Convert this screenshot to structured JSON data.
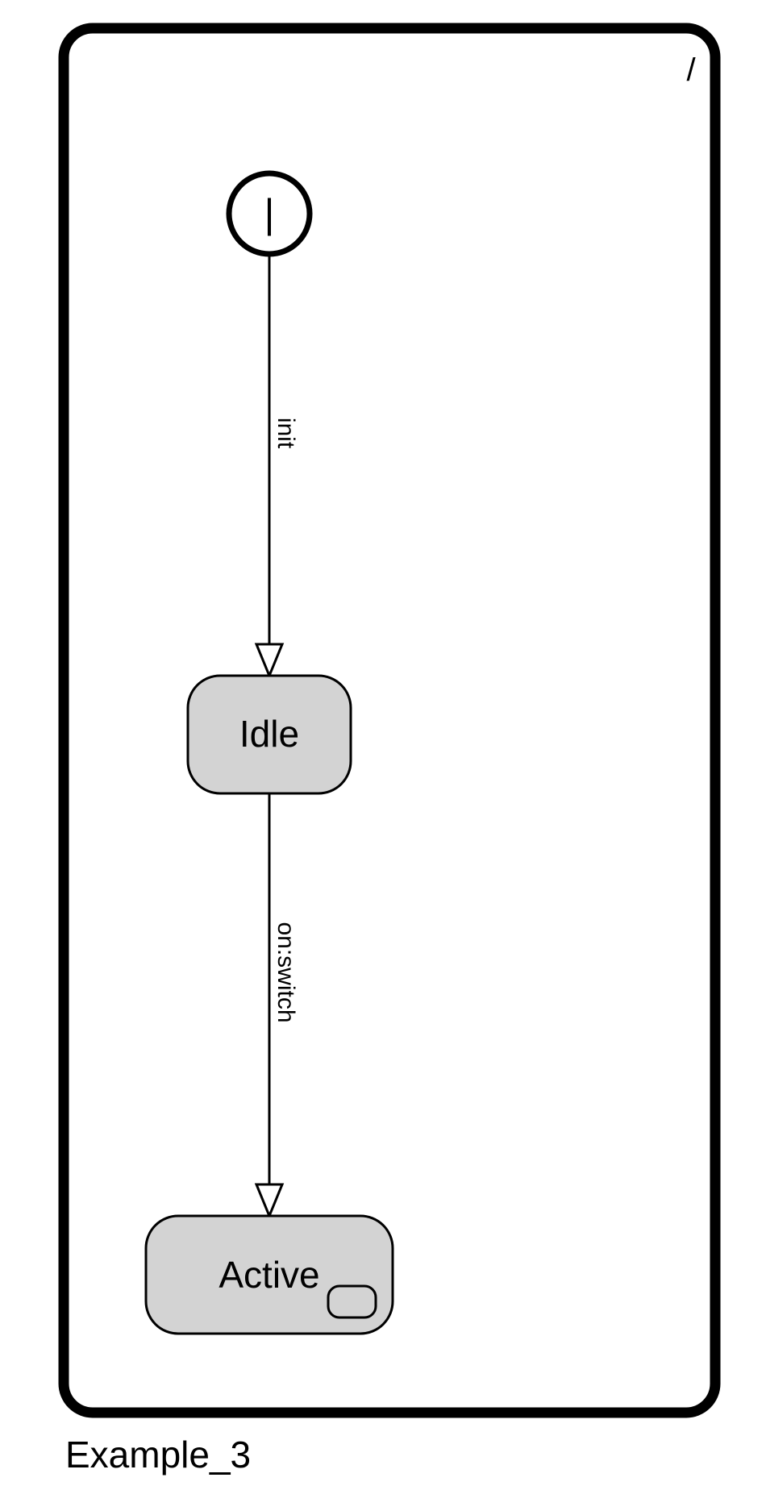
{
  "diagram": {
    "chart_name": "Example_3",
    "path_label": "/",
    "initial_state_symbol": "|",
    "states": [
      {
        "name": "Idle",
        "fill": "#d3d3d3"
      },
      {
        "name": "Active",
        "fill": "#d3d3d3",
        "has_substate_icon": true
      }
    ],
    "transitions": [
      {
        "from": "initial",
        "to": "Idle",
        "label": "init"
      },
      {
        "from": "Idle",
        "to": "Active",
        "label": "on:switch"
      }
    ]
  },
  "colors": {
    "background": "#ffffff",
    "stroke": "#000000",
    "state_fill": "#d3d3d3"
  }
}
